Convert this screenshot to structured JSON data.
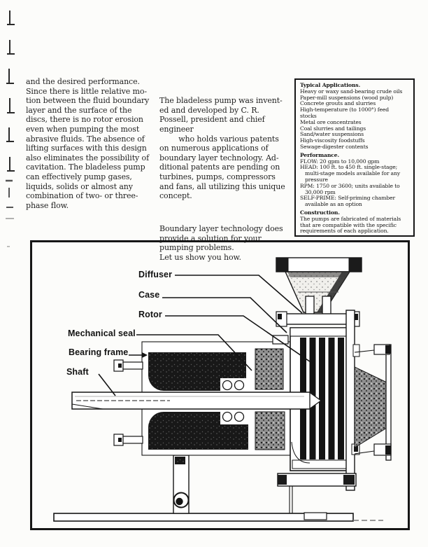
{
  "article": {
    "column1_lines": [
      "and the desired performance.",
      "Since there is little relative mo-",
      "tion between the fluid boundary",
      "layer and the surface of the",
      "discs, there is no rotor erosion",
      "even when pumping the most",
      "abrasive fluids. The absence of",
      "lifting surfaces with this design",
      "also eliminates the possibility of",
      "cavitation. The bladeless pump",
      "can effectively pump gases,",
      "liquids, solids or almost any",
      "combination of two- or three-",
      "phase flow."
    ],
    "column2_para1_lines": [
      "The bladeless pump was invent-",
      "ed and developed by C. R.",
      "Possell, president and chief",
      "engineer",
      "        who holds various patents",
      "on numerous applications of",
      "boundary layer technology. Ad-",
      "ditional patents are pending on",
      "turbines, pumps, compressors",
      "and fans, all utilizing this unique",
      "concept."
    ],
    "column2_para2_lines": [
      "Boundary layer technology does",
      "provide a solution for your",
      "pumping problems.",
      "Let us show you how."
    ]
  },
  "specs_box": {
    "applications": {
      "heading": "Typical Applications.",
      "lines": [
        "Heavy or waxy sand-bearing crude oils",
        "Paper-mill suspensions (wood pulp)",
        "Concrete grouts and slurries",
        "High-temperature (to 1000°) feed",
        "stocks",
        "Metal ore concentrates",
        "Coal slurries and tailings",
        "Sand/water suspensions",
        "High-viscosity foodstuffs",
        "Sewage-digester contents"
      ]
    },
    "performance": {
      "heading": "Performance.",
      "lines": [
        "FLOW: 20 gpm to 10,000 gpm",
        "HEAD: 100 ft. to 450 ft. single-stage;",
        "   multi-stage models available for any",
        "   pressure",
        "RPM: 1750 or 3600; units available to",
        "   30,000 rpm",
        "SELF-PRIME: Self-priming chamber",
        "   available as an option"
      ]
    },
    "construction": {
      "heading": "Construction.",
      "lines": [
        "The pumps are fabricated of materials",
        "that are compatible with the specific",
        "requirements of each application."
      ]
    }
  },
  "diagram": {
    "labels": {
      "diffuser": "Diffuser",
      "case": "Case",
      "rotor": "Rotor",
      "mechanical_seal": "Mechanical seal",
      "bearing_frame": "Bearing frame",
      "shaft": "Shaft"
    }
  },
  "colors": {
    "ink": "#161616",
    "paper": "#fcfcfa"
  }
}
